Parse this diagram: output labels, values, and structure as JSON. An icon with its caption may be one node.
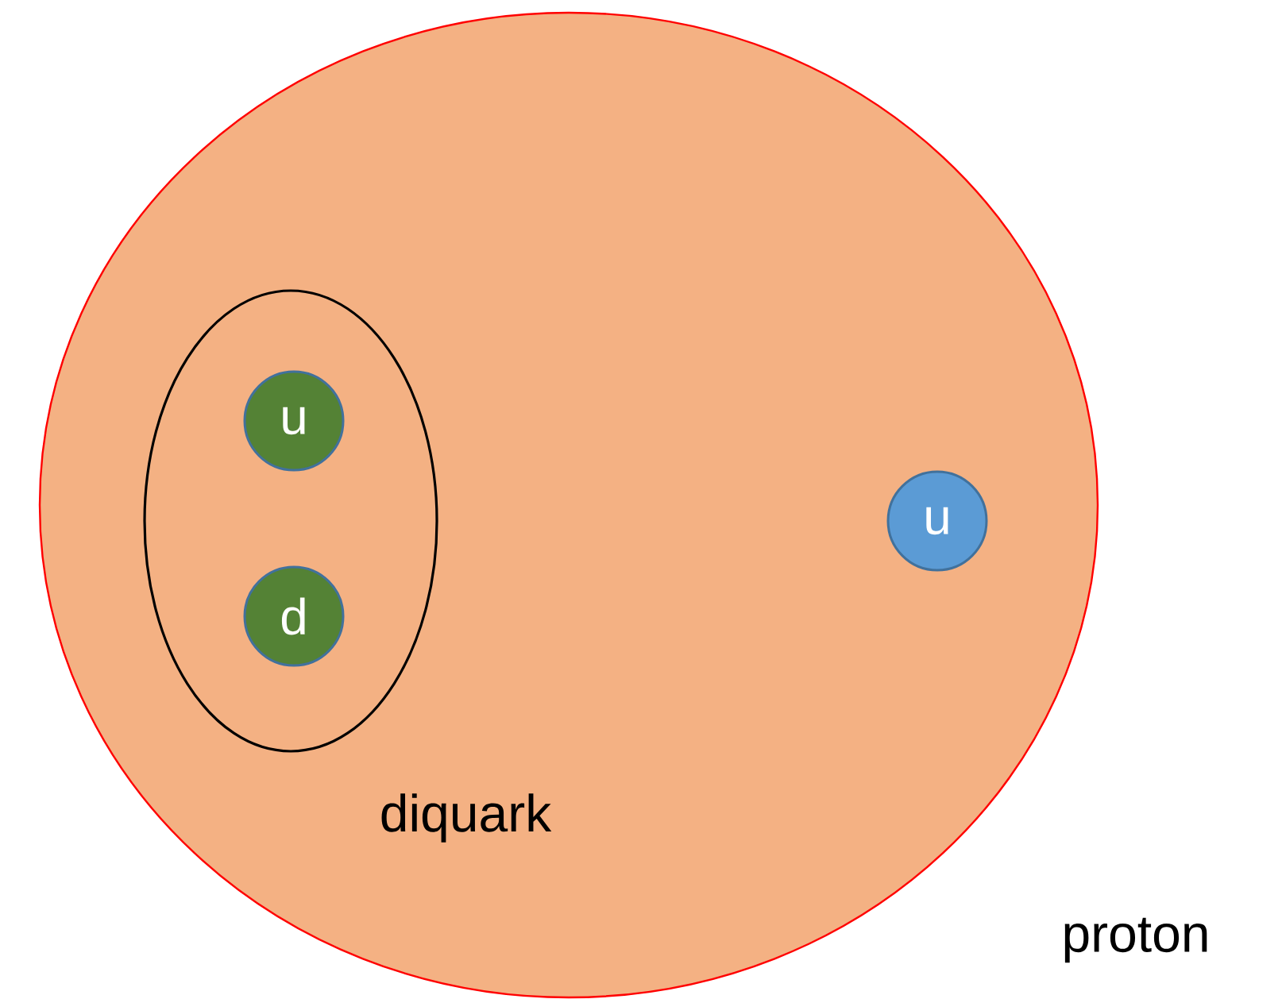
{
  "diagram": {
    "nodes": [
      {
        "text": [
          "proton"
        ]
      },
      {
        "text": [
          "diquark"
        ],
        "in": 0
      },
      {
        "text": [
          "u"
        ],
        "in": 1
      },
      {
        "text": [
          "d"
        ],
        "in": 1
      },
      {
        "text": [
          "u"
        ],
        "in": 0
      }
    ]
  }
}
